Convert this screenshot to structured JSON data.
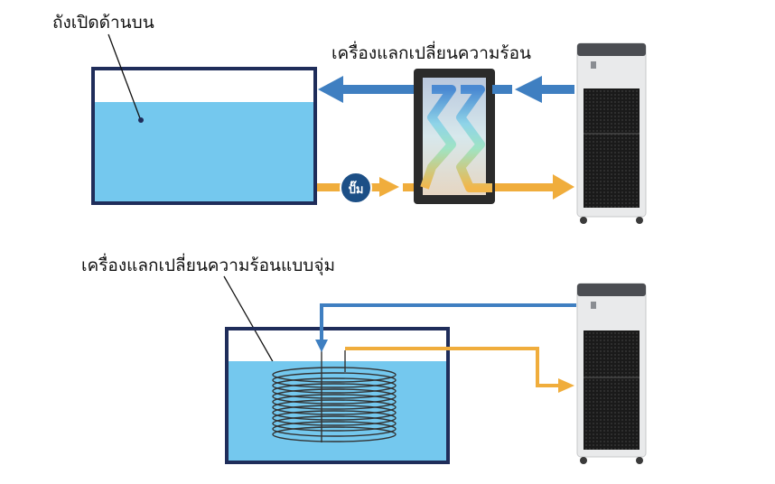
{
  "labels": {
    "open_tank": "ถังเปิดด้านบน",
    "heat_exchanger": "เครื่องแลกเปลี่ยนความร้อน",
    "pump": "ปั๊ม",
    "immersion_exchanger": "เครื่องแลกเปลี่ยนความร้อนแบบจุ่ม"
  },
  "colors": {
    "tank_outline": "#1f2d5a",
    "water": "#74c8ee",
    "cold_line": "#3f7fc1",
    "hot_line": "#f0ad3c",
    "pump": "#1c4f86",
    "coil": "#333333",
    "chiller_body": "#e9eaeb",
    "chiller_grille": "#1a1a1a"
  },
  "icons": {
    "pump": "pump-circle-icon",
    "chiller": "chiller-unit-icon"
  }
}
